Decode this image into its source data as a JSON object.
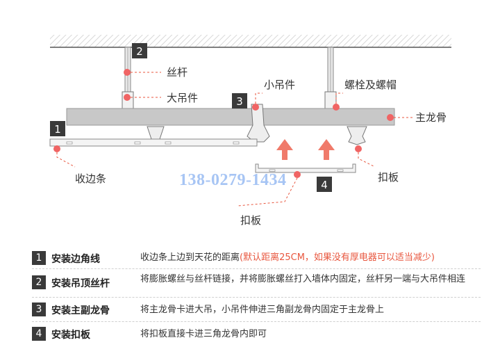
{
  "labels": {
    "rod": "丝杆",
    "big_hanger": "大吊件",
    "small_hanger": "小吊件",
    "bolt_nut": "螺栓及螺帽",
    "main_keel": "主龙骨",
    "edge_strip": "收边条",
    "panel_right": "扣板",
    "panel_bottom": "扣板"
  },
  "numbers": [
    "1",
    "2",
    "3",
    "4"
  ],
  "watermark": "138-0279-1434",
  "steps": [
    {
      "num": "1",
      "title": "安装边角线",
      "desc": "收边条上边到天花的距离",
      "note": "(默认距离25CM，如果没有厚电器可以适当减少)"
    },
    {
      "num": "2",
      "title": "安装吊顶丝杆",
      "desc": "将膨胀螺丝与丝杆链接，并将膨胀螺丝打入墙体内固定，丝杆另一端与大吊件相连",
      "note": ""
    },
    {
      "num": "3",
      "title": "安装主副龙骨",
      "desc": "将主龙骨卡进大吊，小吊件伸进三角副龙骨内固定于主龙骨上",
      "note": ""
    },
    {
      "num": "4",
      "title": "安装扣板",
      "desc": "将扣板直接卡进三角龙骨内即可",
      "note": ""
    }
  ],
  "colors": {
    "accent": "#e8563e",
    "arrow": "#f07a6a",
    "dot": "#f06464",
    "keel": "#c8c8c8",
    "dark": "#3a3a3a"
  }
}
